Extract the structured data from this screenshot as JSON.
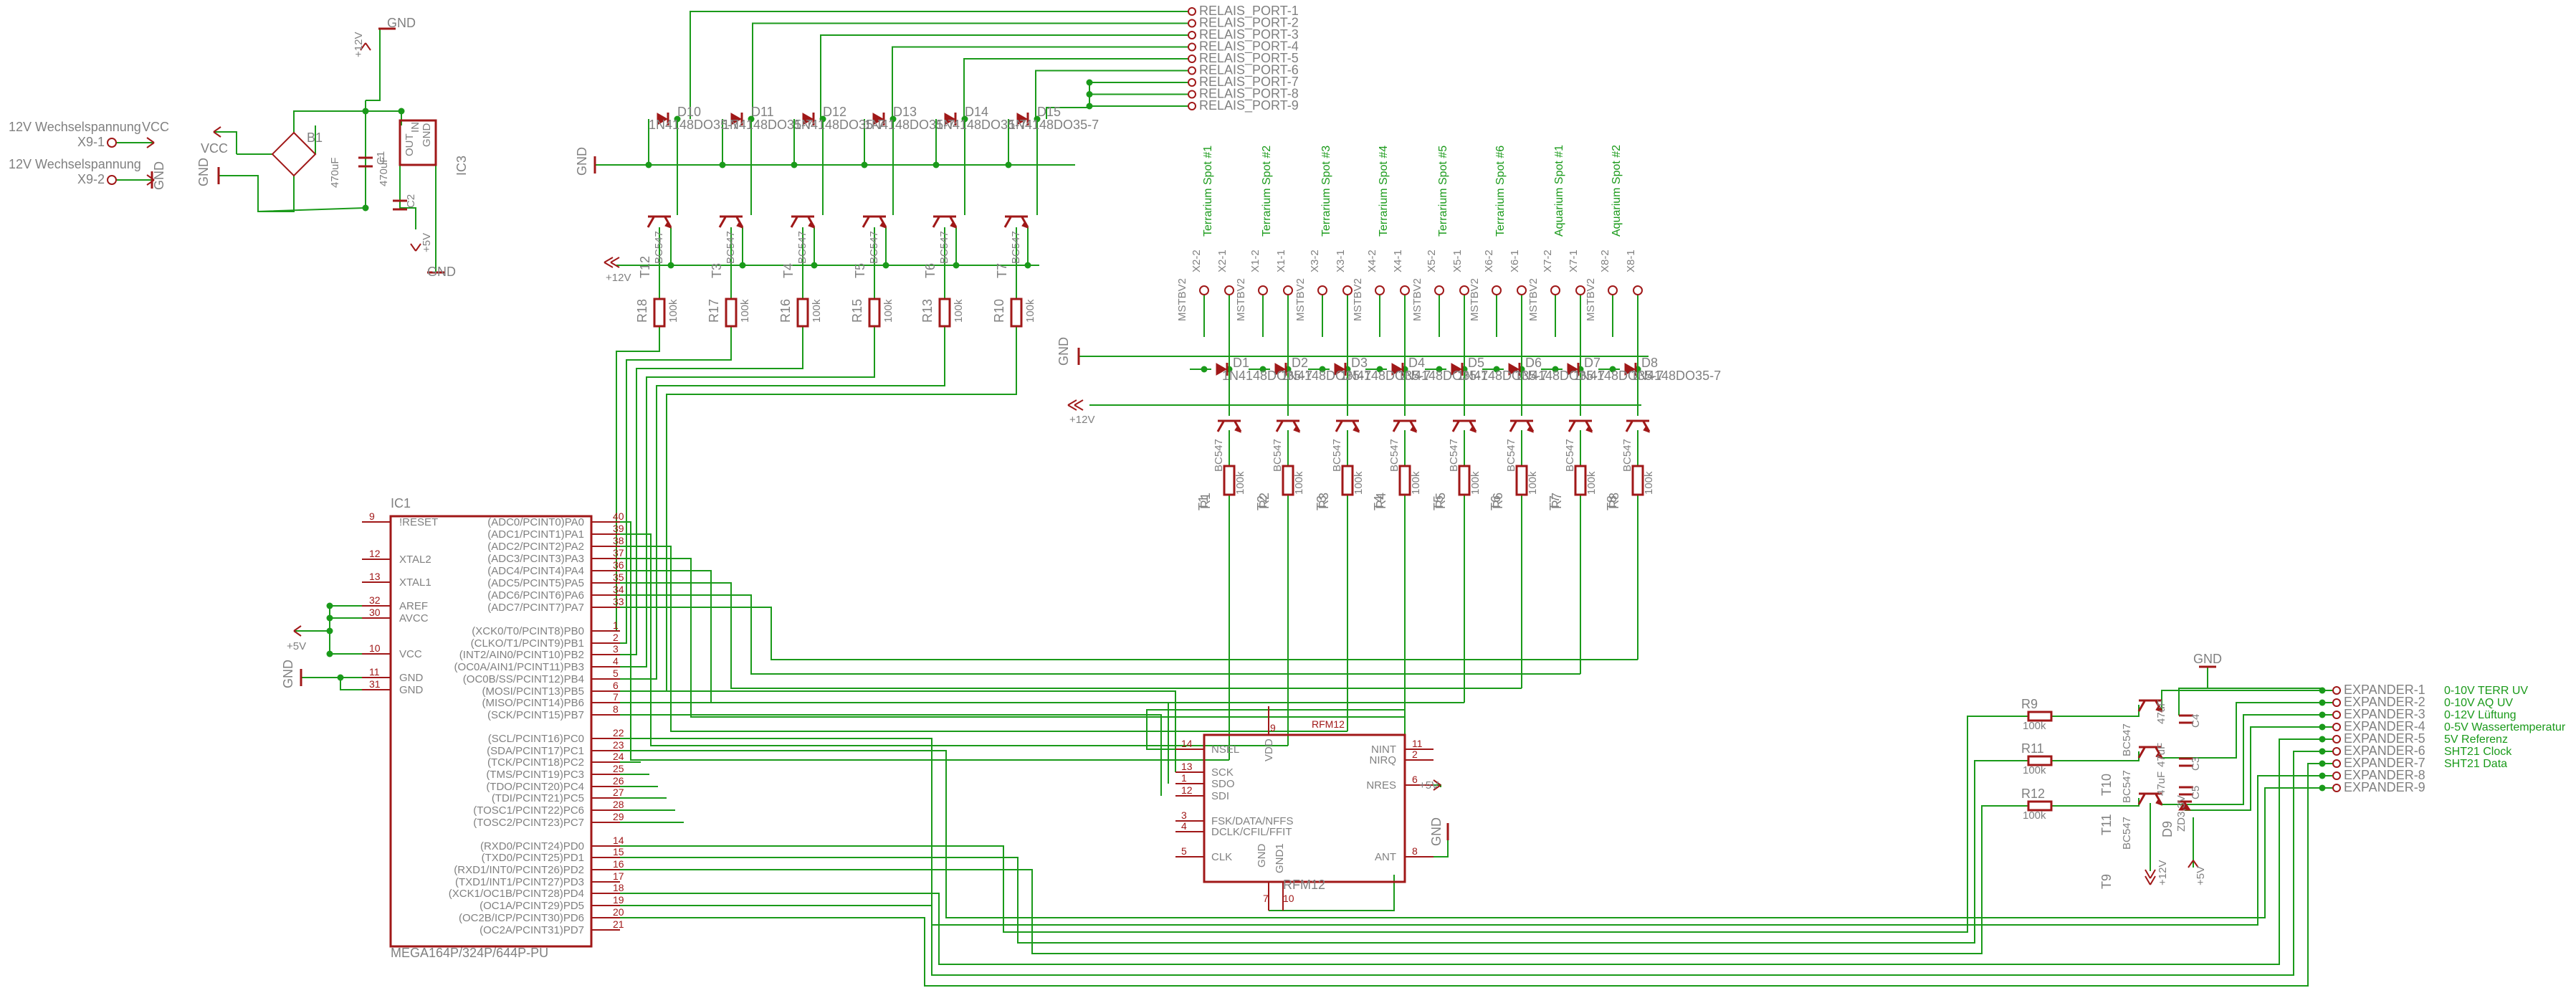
{
  "ic1": {
    "name": "IC1",
    "part": "MEGA164P/324P/644P-PU",
    "left_pins": [
      {
        "num": "9",
        "name": "!RESET"
      },
      {
        "num": "12",
        "name": "XTAL2"
      },
      {
        "num": "13",
        "name": "XTAL1"
      },
      {
        "num": "32",
        "name": "AREF"
      },
      {
        "num": "30",
        "name": "AVCC"
      },
      {
        "num": "10",
        "name": "VCC"
      },
      {
        "num": "11",
        "name": "GND"
      },
      {
        "num": "31",
        "name": "GND"
      }
    ],
    "right_pins": [
      {
        "num": "40",
        "name": "(ADC0/PCINT0)PA0"
      },
      {
        "num": "39",
        "name": "(ADC1/PCINT1)PA1"
      },
      {
        "num": "38",
        "name": "(ADC2/PCINT2)PA2"
      },
      {
        "num": "37",
        "name": "(ADC3/PCINT3)PA3"
      },
      {
        "num": "36",
        "name": "(ADC4/PCINT4)PA4"
      },
      {
        "num": "35",
        "name": "(ADC5/PCINT5)PA5"
      },
      {
        "num": "34",
        "name": "(ADC6/PCINT6)PA6"
      },
      {
        "num": "33",
        "name": "(ADC7/PCINT7)PA7"
      },
      {
        "num": "1",
        "name": "(XCK0/T0/PCINT8)PB0"
      },
      {
        "num": "2",
        "name": "(CLKO/T1/PCINT9)PB1"
      },
      {
        "num": "3",
        "name": "(INT2/AIN0/PCINT10)PB2"
      },
      {
        "num": "4",
        "name": "(OC0A/AIN1/PCINT11)PB3"
      },
      {
        "num": "5",
        "name": "(OC0B/SS/PCINT12)PB4"
      },
      {
        "num": "6",
        "name": "(MOSI/PCINT13)PB5"
      },
      {
        "num": "7",
        "name": "(MISO/PCINT14)PB6"
      },
      {
        "num": "8",
        "name": "(SCK/PCINT15)PB7"
      },
      {
        "num": "22",
        "name": "(SCL/PCINT16)PC0"
      },
      {
        "num": "23",
        "name": "(SDA/PCINT17)PC1"
      },
      {
        "num": "24",
        "name": "(TCK/PCINT18)PC2"
      },
      {
        "num": "25",
        "name": "(TMS/PCINT19)PC3"
      },
      {
        "num": "26",
        "name": "(TDO/PCINT20)PC4"
      },
      {
        "num": "27",
        "name": "(TDI/PCINT21)PC5"
      },
      {
        "num": "28",
        "name": "(TOSC1/PCINT22)PC6"
      },
      {
        "num": "29",
        "name": "(TOSC2/PCINT23)PC7"
      },
      {
        "num": "14",
        "name": "(RXD0/PCINT24)PD0"
      },
      {
        "num": "15",
        "name": "(TXD0/PCINT25)PD1"
      },
      {
        "num": "16",
        "name": "(RXD1/INT0/PCINT26)PD2"
      },
      {
        "num": "17",
        "name": "(TXD1/INT1/PCINT27)PD3"
      },
      {
        "num": "18",
        "name": "(XCK1/OC1B/PCINT28)PD4"
      },
      {
        "num": "19",
        "name": "(OC1A/PCINT29)PD5"
      },
      {
        "num": "20",
        "name": "(OC2B/ICP/PCINT30)PD6"
      },
      {
        "num": "21",
        "name": "(OC2A/PCINT31)PD7"
      }
    ]
  },
  "power": {
    "input1": "12V Wechselspannung",
    "input2": "12V Wechselspannung",
    "x9_1": "X9-1",
    "x9_2": "X9-2",
    "vcc": "VCC",
    "vcc2": "VCC",
    "gnd": "GND",
    "b1": "B1",
    "c1": "C1",
    "c1_val": "470uF",
    "c2": "C2",
    "c2_val": "470uF",
    "ic3": "IC3",
    "ic3_in": "IN",
    "ic3_out": "OUT",
    "ic3_gnd": "GND",
    "plus12v": "+12V",
    "plus5v": "+5V"
  },
  "relais_ports": [
    "RELAIS_PORT-1",
    "RELAIS_PORT-2",
    "RELAIS_PORT-3",
    "RELAIS_PORT-4",
    "RELAIS_PORT-5",
    "RELAIS_PORT-6",
    "RELAIS_PORT-7",
    "RELAIS_PORT-8",
    "RELAIS_PORT-9"
  ],
  "top_diodes": [
    {
      "name": "D10",
      "part": "1N4148DO35-7"
    },
    {
      "name": "D11",
      "part": "1N4148DO35-7"
    },
    {
      "name": "D12",
      "part": "1N4148DO35-7"
    },
    {
      "name": "D13",
      "part": "1N4148DO35-7"
    },
    {
      "name": "D14",
      "part": "1N4148DO35-7"
    },
    {
      "name": "D15",
      "part": "1N4148DO35-7"
    }
  ],
  "top_transistors": [
    {
      "name": "T12",
      "part": "BC547",
      "r": "R18",
      "rv": "100k"
    },
    {
      "name": "T3",
      "part": "BC547",
      "r": "R17",
      "rv": "100k"
    },
    {
      "name": "T4",
      "part": "BC547",
      "r": "R16",
      "rv": "100k"
    },
    {
      "name": "T5",
      "part": "BC547",
      "r": "R15",
      "rv": "100k"
    },
    {
      "name": "T6",
      "part": "BC547",
      "r": "R13",
      "rv": "100k"
    },
    {
      "name": "T7",
      "part": "BC547",
      "r": "R10",
      "rv": "100k"
    }
  ],
  "spots": [
    {
      "label": "Terrarium Spot #1",
      "conn": [
        "X2-2",
        "X2-1"
      ],
      "part": "MSTBV2",
      "diode": "D1",
      "t": "T1",
      "r": "R1",
      "rv": "100k"
    },
    {
      "label": "Terrarium Spot #2",
      "conn": [
        "X1-2",
        "X1-1"
      ],
      "part": "MSTBV2",
      "diode": "D2",
      "t": "T2",
      "r": "R2",
      "rv": "100k"
    },
    {
      "label": "Terrarium Spot #3",
      "conn": [
        "X3-2",
        "X3-1"
      ],
      "part": "MSTBV2",
      "diode": "D3",
      "t": "T3",
      "r": "R3",
      "rv": "100k"
    },
    {
      "label": "Terrarium Spot #4",
      "conn": [
        "X4-2",
        "X4-1"
      ],
      "part": "MSTBV2",
      "diode": "D4",
      "t": "T4",
      "r": "R4",
      "rv": "100k"
    },
    {
      "label": "Terrarium Spot #5",
      "conn": [
        "X5-2",
        "X5-1"
      ],
      "part": "MSTBV2",
      "diode": "D5",
      "t": "T5",
      "r": "R5",
      "rv": "100k"
    },
    {
      "label": "Terrarium Spot #6",
      "conn": [
        "X6-2",
        "X6-1"
      ],
      "part": "MSTBV2",
      "diode": "D6",
      "t": "T6",
      "r": "R6",
      "rv": "100k"
    },
    {
      "label": "Aquarium Spot #1",
      "conn": [
        "X7-2",
        "X7-1"
      ],
      "part": "MSTBV2",
      "diode": "D7",
      "t": "T7",
      "r": "R7",
      "rv": "100k"
    },
    {
      "label": "Aquarium Spot #2",
      "conn": [
        "X8-2",
        "X8-1"
      ],
      "part": "MSTBV2",
      "diode": "D8",
      "t": "T8",
      "r": "R8",
      "rv": "100k"
    }
  ],
  "spot_diode_part": "1N4148DO35-7",
  "spot_t_part": "BC547",
  "rfm": {
    "name": "RFM12",
    "title": "RFM12",
    "left_pins": [
      {
        "num": "14",
        "name": "NSEL"
      },
      {
        "num": "13",
        "name": "SCK"
      },
      {
        "num": "1",
        "name": "SDO"
      },
      {
        "num": "12",
        "name": "SDI"
      },
      {
        "num": "3",
        "name": "FSK/DATA/NFFS"
      },
      {
        "num": "4",
        "name": "DCLK/CFIL/FFIT"
      },
      {
        "num": "5",
        "name": "CLK"
      }
    ],
    "right_pins": [
      {
        "num": "11",
        "name": "NINT"
      },
      {
        "num": "2",
        "name": "NIRQ"
      },
      {
        "num": "6",
        "name": "NRES"
      },
      {
        "num": "8",
        "name": "ANT"
      }
    ],
    "top_pin": {
      "num": "9",
      "name": "VDD"
    },
    "bottom_pins": [
      {
        "num": "7",
        "name": "GND"
      },
      {
        "num": "10",
        "name": "GND1"
      }
    ]
  },
  "expander": {
    "ports": [
      "EXPANDER-1",
      "EXPANDER-2",
      "EXPANDER-3",
      "EXPANDER-4",
      "EXPANDER-5",
      "EXPANDER-6",
      "EXPANDER-7",
      "EXPANDER-8",
      "EXPANDER-9"
    ],
    "labels": [
      "0-10V TERR UV",
      "0-10V AQ UV",
      "0-12V Lüftung",
      "0-5V Wassertemperatur",
      "5V Referenz",
      "SHT21 Clock",
      "SHT21 Data"
    ],
    "r9": "R9",
    "r9v": "100k",
    "r11": "R11",
    "r11v": "100k",
    "r12": "R12",
    "r12v": "100k",
    "t9": "T9",
    "t10": "T10",
    "t11": "T11",
    "tpart": "BC547",
    "c3": "C3",
    "c3v": "47uF",
    "c4": "C4",
    "c4v": "47uF",
    "c5": "C5",
    "c5v": "47uF",
    "d9": "D9",
    "d9v": "ZD3,3V"
  },
  "rails": {
    "gnd": "GND",
    "plus12v": "+12V",
    "plus5v": "+5V"
  }
}
